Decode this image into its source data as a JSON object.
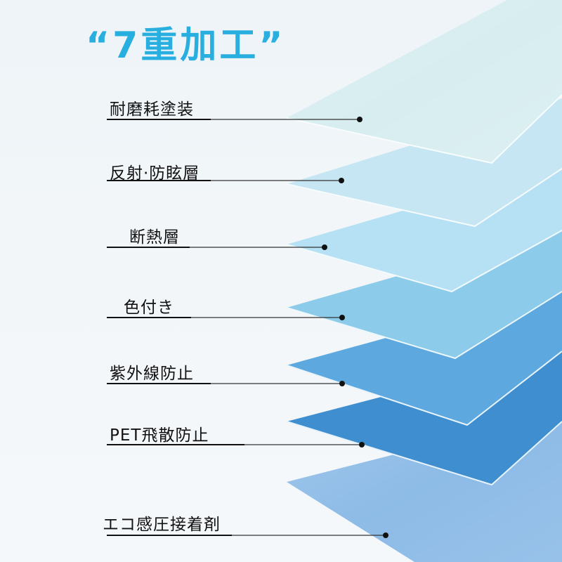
{
  "title": "“7重加工”",
  "layers": [
    {
      "label": "耐磨耗塗装",
      "color": "#d4ecef"
    },
    {
      "label": "反射·防眩層",
      "color": "#c6e6f3"
    },
    {
      "label": "断熱層",
      "color": "#b6e0f3"
    },
    {
      "label": "色付き",
      "color": "#8cccea"
    },
    {
      "label": "紫外線防止",
      "color": "#5da9df"
    },
    {
      "label": "PET飛散防止",
      "color": "#3f8fd0"
    },
    {
      "label": "エコ感圧接着剤",
      "color": "#89b9e6"
    }
  ]
}
